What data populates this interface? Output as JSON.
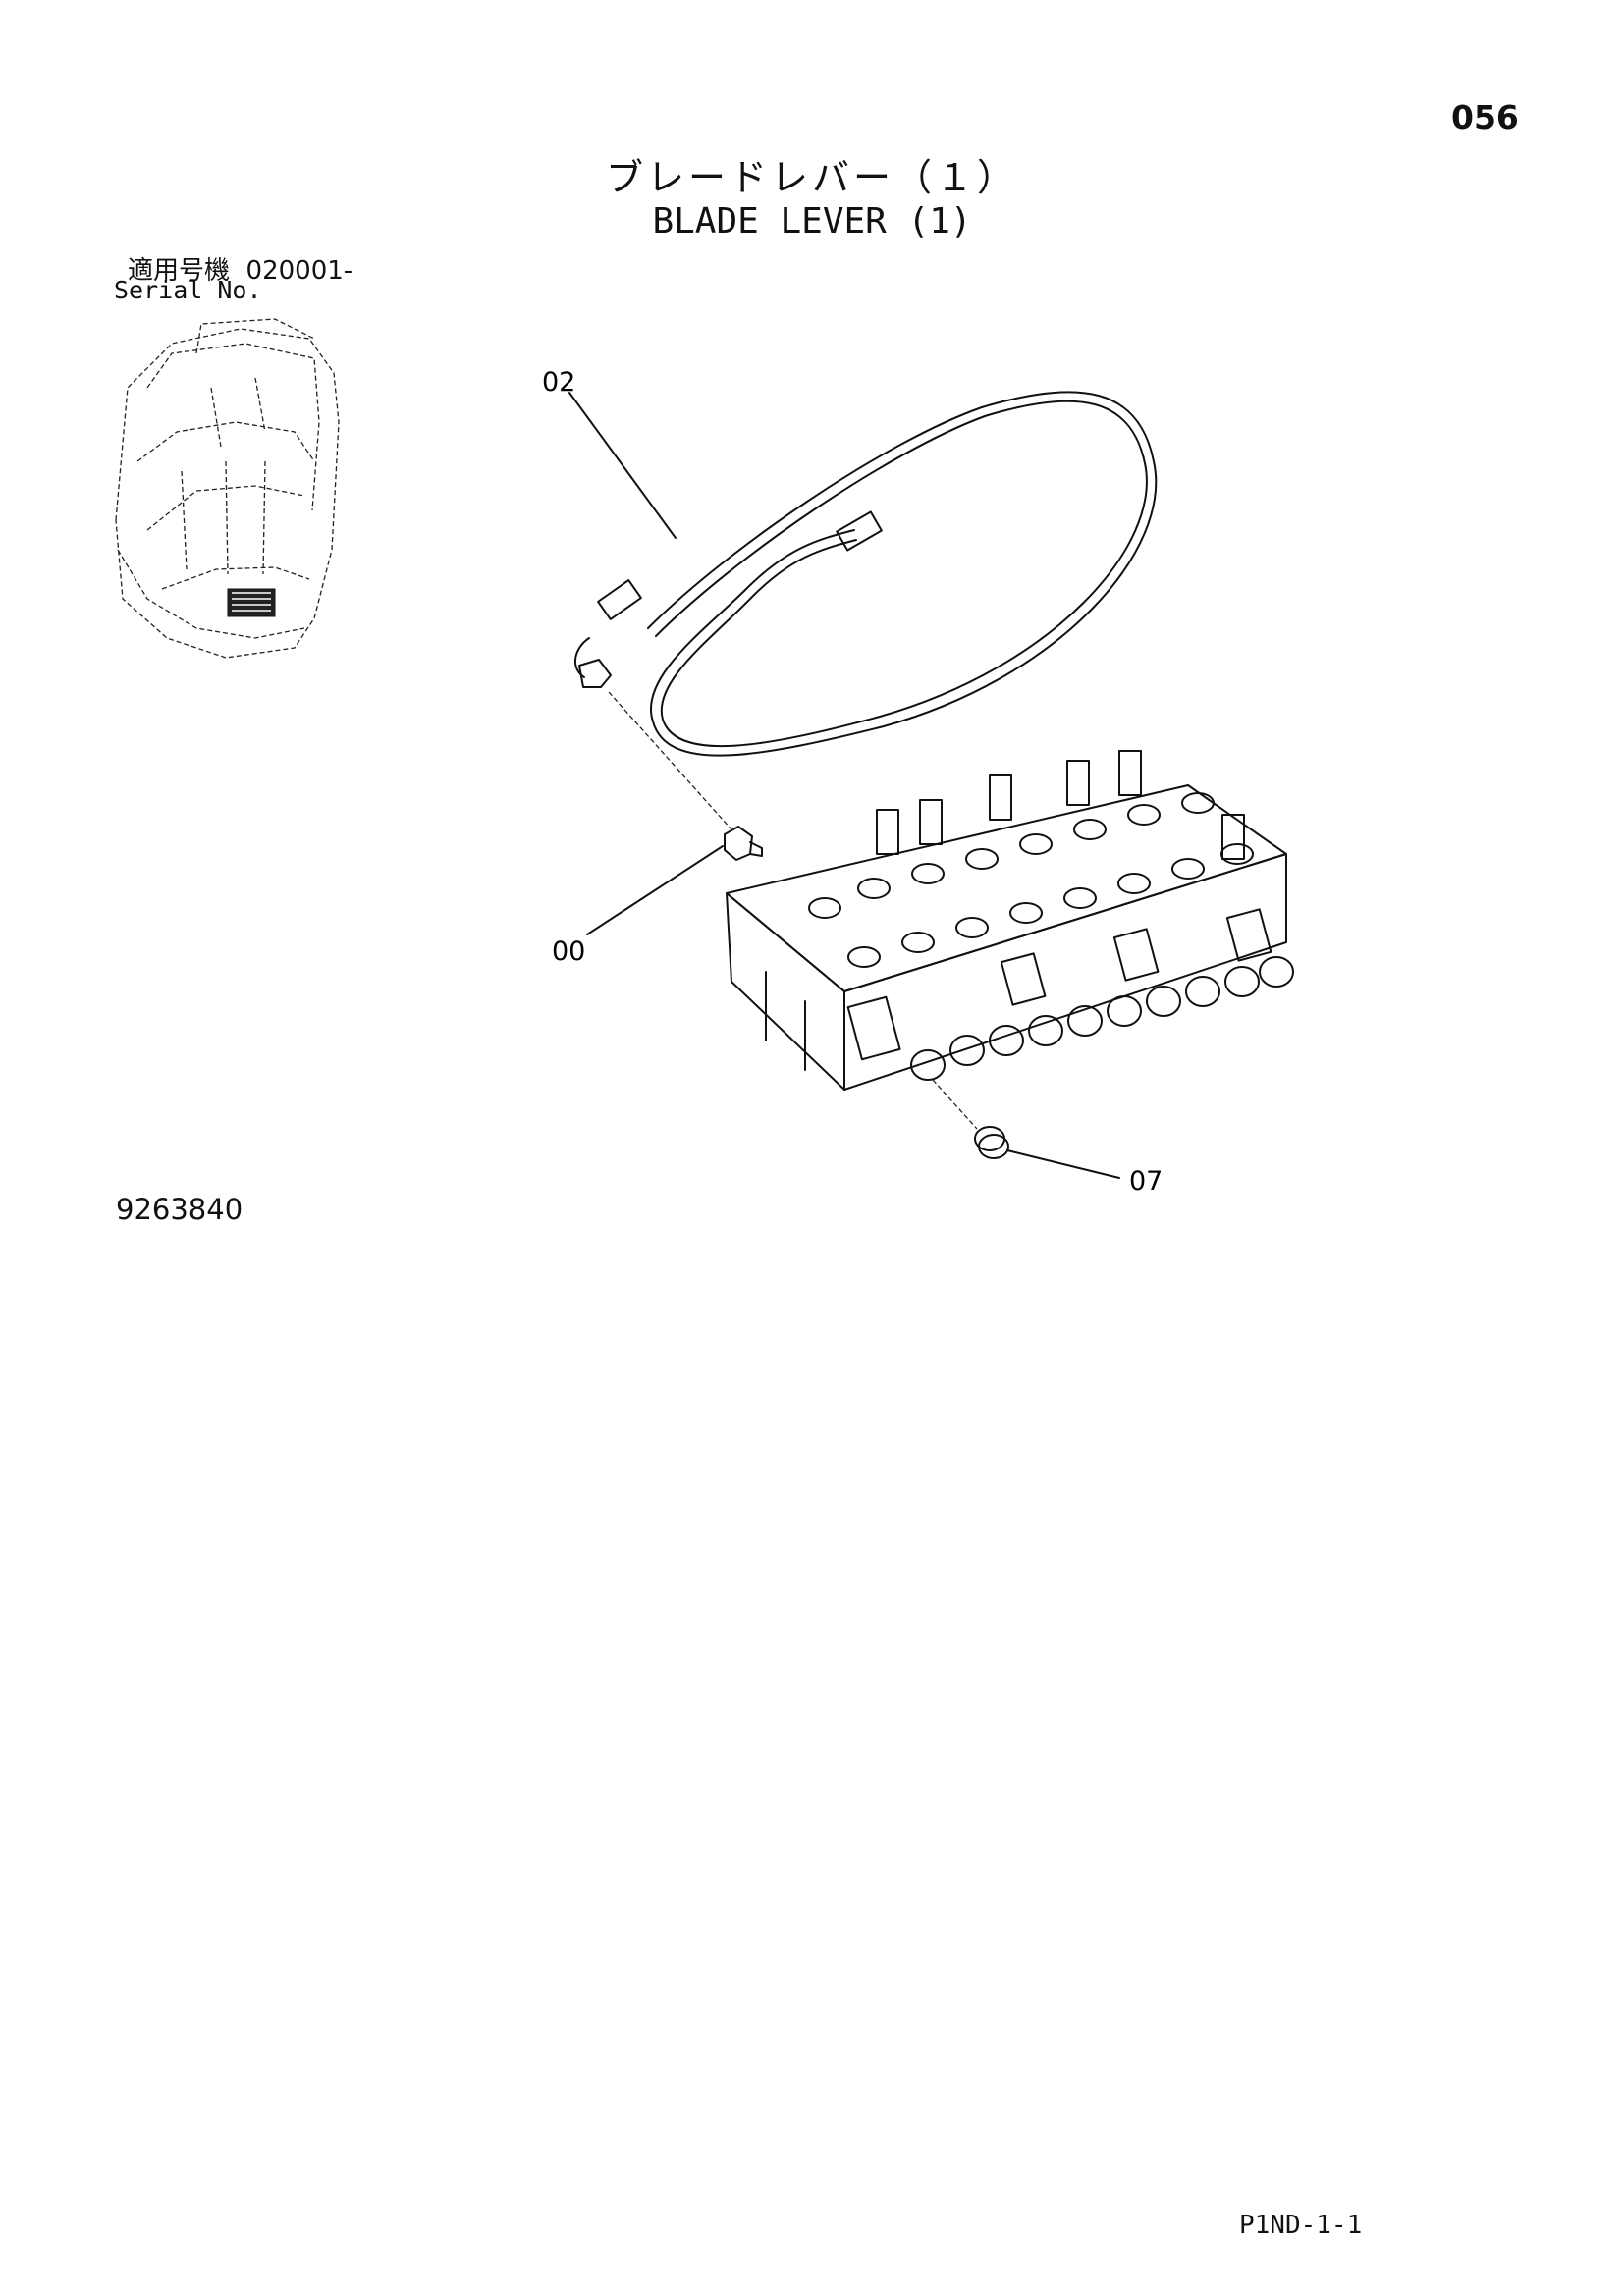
{
  "page_number": "056",
  "title_jp": "ブレードレバー（１）",
  "title_en": "BLADE LEVER (1)",
  "serial": {
    "label_jp": "適用号機",
    "range": "020001-",
    "label_en": "Serial No."
  },
  "callouts": [
    {
      "label": "02"
    },
    {
      "label": "00"
    },
    {
      "label": "07"
    }
  ],
  "drawing_number": "9263840",
  "footer_code": "P1ND-1-1"
}
